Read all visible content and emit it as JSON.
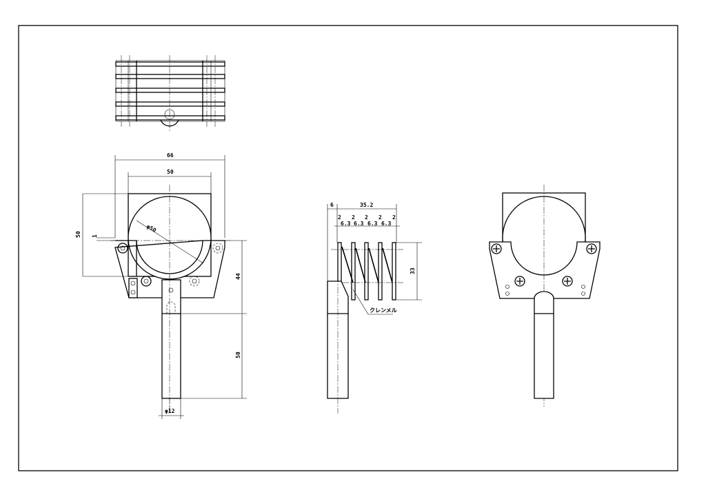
{
  "front_view": {
    "width_outer": "66",
    "width_inner": "50",
    "height_box": "50",
    "offset": "1",
    "diameter": "φ50",
    "bracket_height": "44",
    "handle_length": "50",
    "handle_diameter": "φ12"
  },
  "side_view": {
    "offset": "6",
    "total_width": "35.2",
    "plate_thickness": [
      "2",
      "2",
      "2",
      "2",
      "2"
    ],
    "pitch": [
      "6.3",
      "6.3",
      "6.3",
      "6.3"
    ],
    "height": "33",
    "callout": "クレンメル"
  }
}
